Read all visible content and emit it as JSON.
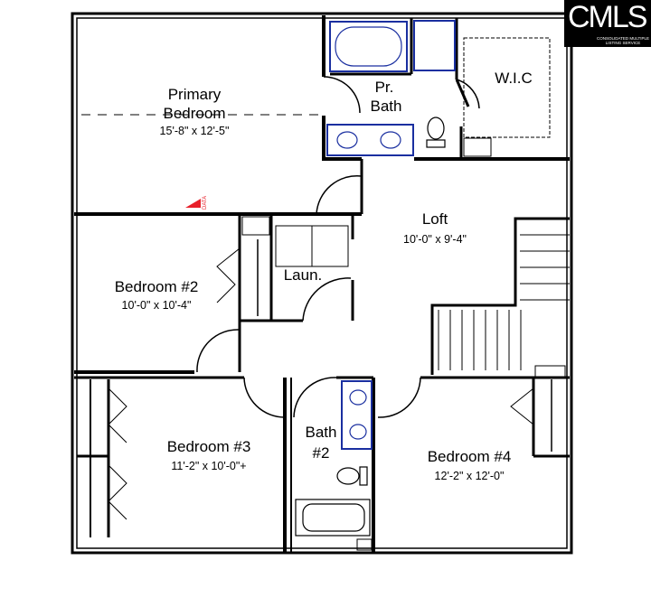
{
  "rooms": {
    "primary_bedroom": {
      "name_line1": "Primary",
      "name_line2": "Bedroom",
      "dims": "15'-8\" x 12'-5\""
    },
    "primary_bath": {
      "name_line1": "Pr.",
      "name_line2": "Bath"
    },
    "wic": {
      "name": "W.I.C"
    },
    "loft": {
      "name": "Loft",
      "dims": "10'-0\" x 9'-4\""
    },
    "bedroom2": {
      "name": "Bedroom #2",
      "dims": "10'-0\" x 10'-4\""
    },
    "laundry": {
      "name": "Laun."
    },
    "bedroom3": {
      "name": "Bedroom #3",
      "dims": "11'-2\" x 10'-0\"+"
    },
    "bath2": {
      "name_line1": "Bath",
      "name_line2": "#2"
    },
    "bedroom4": {
      "name": "Bedroom #4",
      "dims": "12'-2\" x 12'-0\""
    }
  },
  "data_marker": {
    "label": "DATA",
    "color": "#e8202a"
  },
  "logo": {
    "main": "CMLS",
    "sub": "CONSOLIDATED MULTIPLE LISTING SERVICE"
  },
  "colors": {
    "walls": "#000000",
    "fixtures": "#1a2fa0"
  }
}
